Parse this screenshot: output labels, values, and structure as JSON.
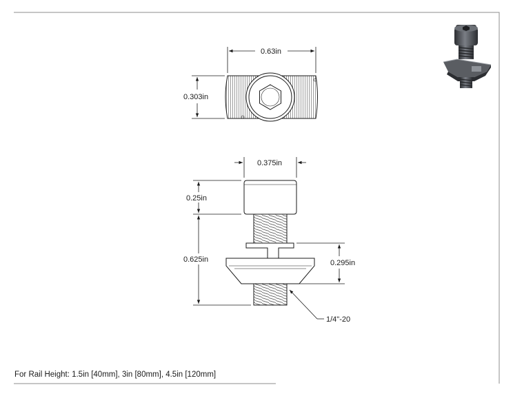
{
  "dimensions": {
    "top_width": "0.63in",
    "top_height": "0.303in",
    "head_width": "0.375in",
    "head_height": "0.25in",
    "total_height": "0.625in",
    "nut_height": "0.295in",
    "thread": "1/4\"-20"
  },
  "note": "For Rail Height: 1.5in [40mm], 3in [80mm], 4.5in [120mm]",
  "colors": {
    "line": "#1a1a1a",
    "sheet_border": "#8c8c8c",
    "thumb_steel": "#4a4d52"
  }
}
